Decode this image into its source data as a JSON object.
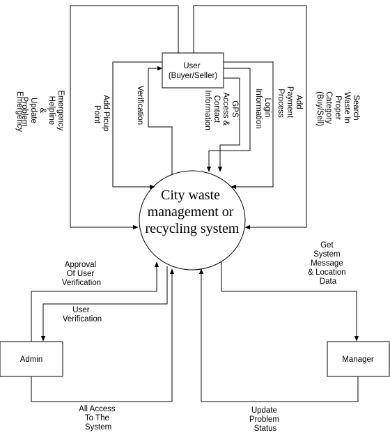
{
  "nodes": {
    "user": {
      "lines": [
        "User",
        "(Buyer/Seller)"
      ]
    },
    "system": {
      "lines": [
        "City waste",
        "management or",
        "recycling system"
      ]
    },
    "admin": {
      "label": "Admin"
    },
    "manager": {
      "label": "Manager"
    }
  },
  "flows": {
    "emergency": [
      "Emergency",
      "Helpline",
      "&",
      "Update",
      "Problem"
    ],
    "pickup": [
      "Add Picup",
      "Point"
    ],
    "verification": [
      "Verification"
    ],
    "gps": [
      "GPS",
      "Access &",
      "Contact",
      "Information"
    ],
    "login": [
      "Login",
      "Information"
    ],
    "payment": [
      "Add",
      "Payment",
      "Process"
    ],
    "search": [
      "Search",
      "Waste In",
      "Proper",
      "Category",
      "(Buy/Sell)"
    ],
    "approval": [
      "Approval",
      "Of User",
      "Verification"
    ],
    "user_verification": [
      "User",
      "Verification"
    ],
    "all_access": [
      "All Access",
      "To The",
      "System"
    ],
    "get_system": [
      "Get",
      "System",
      "Message",
      "& Location",
      "Data"
    ],
    "update_status": [
      "Update",
      "Problem",
      "Status"
    ]
  },
  "colors": {
    "stroke": "#000000",
    "background": "#ffffff"
  }
}
